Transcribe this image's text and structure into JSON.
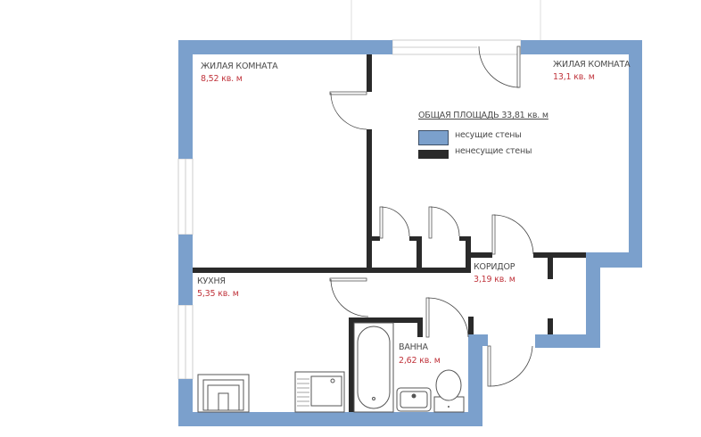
{
  "rooms": [
    {
      "name": "ЖИЛАЯ КОМНАТА",
      "area": "8,52 кв. м"
    },
    {
      "name": "ЖИЛАЯ КОМНАТА",
      "area": "13,1 кв. м"
    },
    {
      "name": "КУХНЯ",
      "area": "5,35 кв. м"
    },
    {
      "name": "КОРИДОР",
      "area": "3,19 кв. м"
    },
    {
      "name": "ВАННА",
      "area": "2,62 кв. м"
    }
  ],
  "total_area": "ОБЩАЯ ПЛОЩАДЬ 33,81 кв. м",
  "legend": [
    {
      "label": "несущие стены",
      "color": "#7ba0cc"
    },
    {
      "label": "ненесущие стены",
      "color": "#2a2a2a"
    }
  ]
}
